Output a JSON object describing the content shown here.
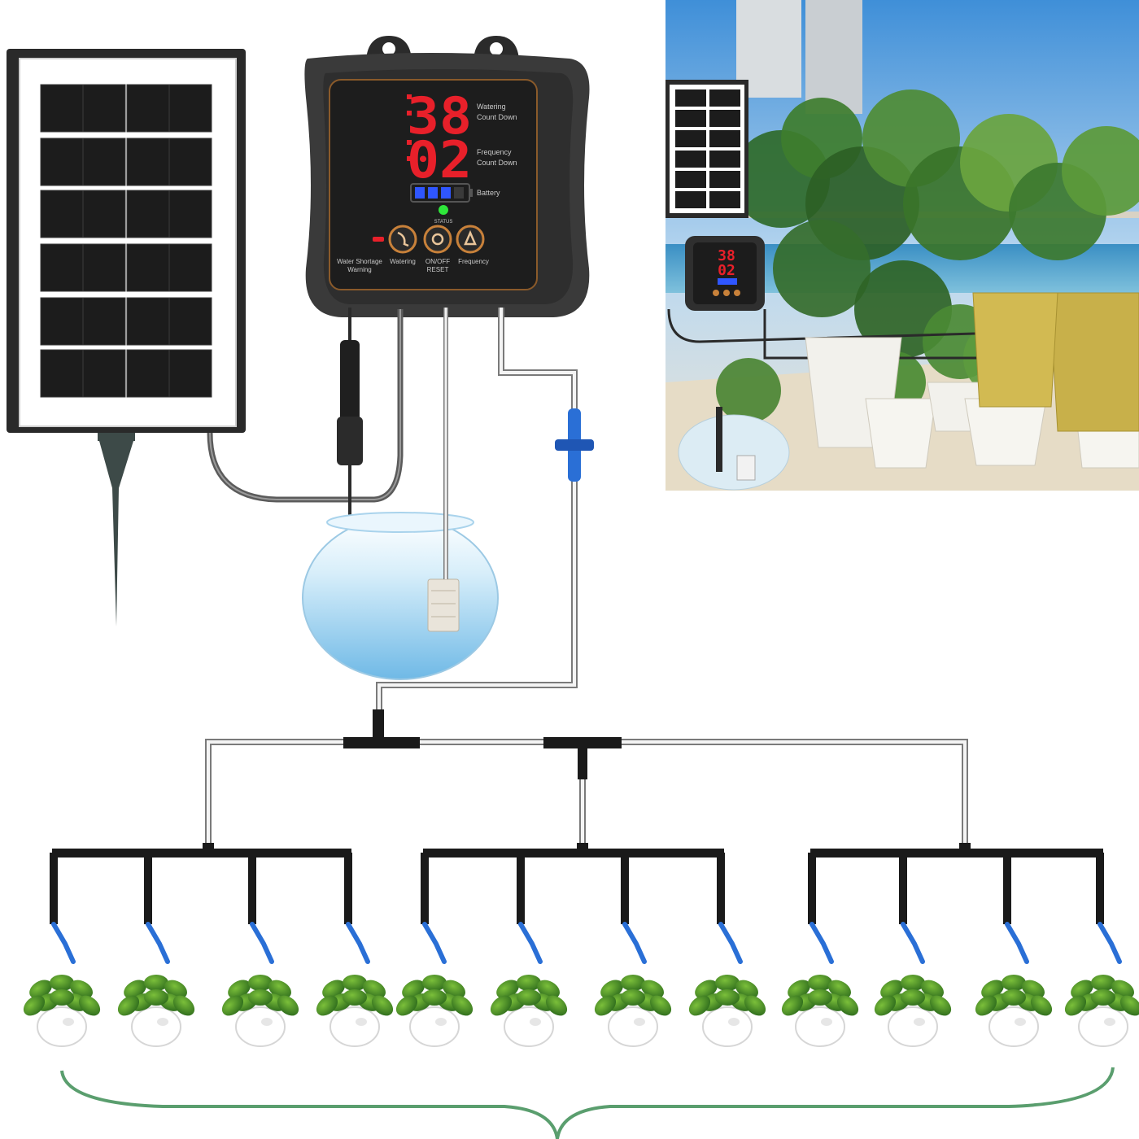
{
  "controller": {
    "watering_digits": "38",
    "frequency_digits": "02",
    "watering_label_1": "Watering",
    "watering_label_2": "Count Down",
    "frequency_label_1": "Frequency",
    "frequency_label_2": "Count Down",
    "battery_label": "Battery",
    "status_label": "STATUS",
    "btn_water_storage_1": "Water Shortage",
    "btn_water_storage_2": "Warning",
    "btn_watering": "Watering",
    "btn_onoff_1": "ON/OFF",
    "btn_onoff_2": "RESET",
    "btn_frequency": "Frequency",
    "battery_bars_filled": 3,
    "battery_bars_total": 4
  },
  "colors": {
    "lcd_red": "#e8202a",
    "battery_blue": "#2f56ff",
    "status_green": "#2ee63a",
    "tube_blue": "#2a6fd6",
    "bracket_green": "#5a9e6e",
    "pipe_black": "#1a1a1a"
  },
  "layout_counts": {
    "manifolds": 3,
    "outlets_per_manifold": 4,
    "plants": 12
  }
}
